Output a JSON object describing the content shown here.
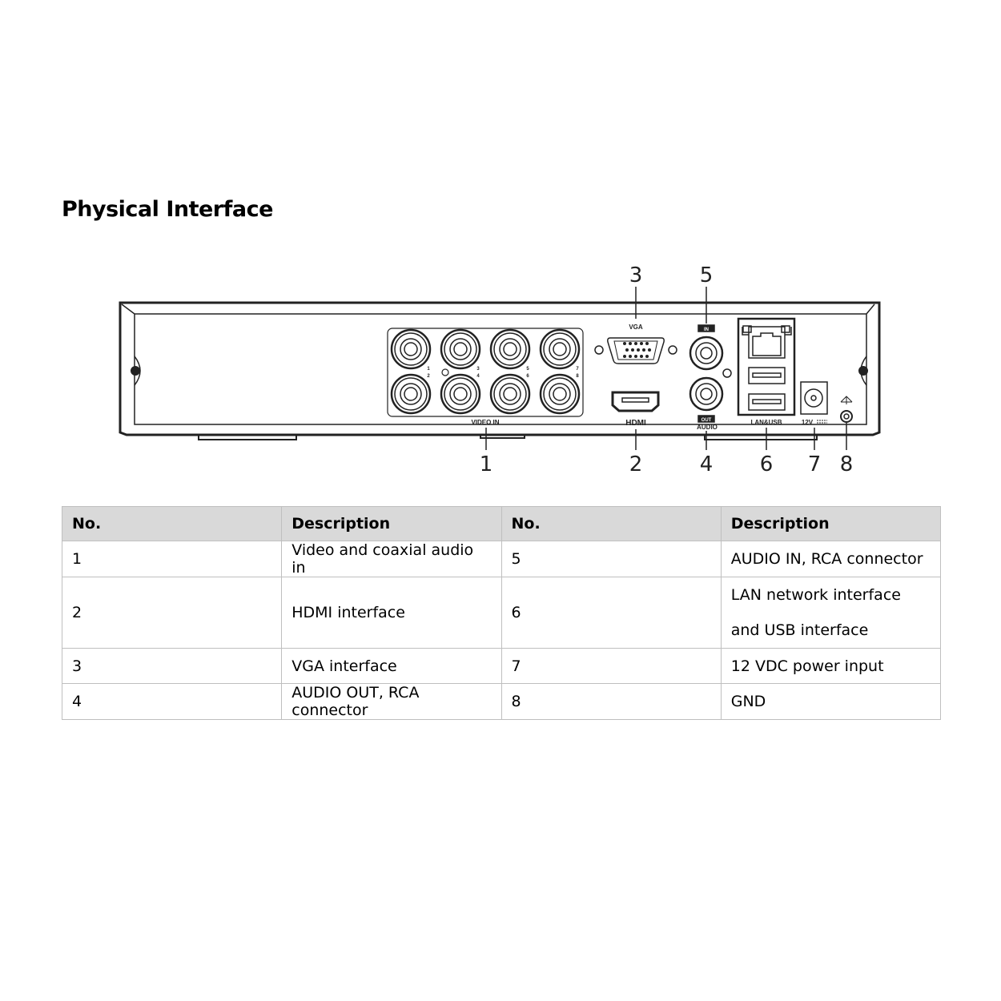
{
  "title": "Physical Interface",
  "diagram": {
    "port_labels": {
      "vga": "VGA",
      "video_in": "VIDEO IN",
      "hdmi": "HDMI",
      "audio_in": "IN",
      "audio_out": "OUT",
      "audio": "AUDIO",
      "lan_usb": "LAN&USB",
      "power": "12V"
    },
    "channel_numbers": [
      "1",
      "2",
      "3",
      "4",
      "5",
      "6",
      "7",
      "8"
    ],
    "callouts": {
      "c1": "1",
      "c2": "2",
      "c3": "3",
      "c4": "4",
      "c5": "5",
      "c6": "6",
      "c7": "7",
      "c8": "8"
    }
  },
  "table": {
    "headers": [
      "No.",
      "Description",
      "No.",
      "Description"
    ],
    "rows": [
      [
        "1",
        "Video and coaxial audio in",
        "5",
        "AUDIO IN, RCA connector"
      ],
      [
        "2",
        "HDMI interface",
        "6",
        "LAN network interface and USB interface"
      ],
      [
        "3",
        "VGA interface",
        "7",
        "12 VDC power input"
      ],
      [
        "4",
        "AUDIO OUT, RCA connector",
        "8",
        "GND"
      ]
    ]
  }
}
